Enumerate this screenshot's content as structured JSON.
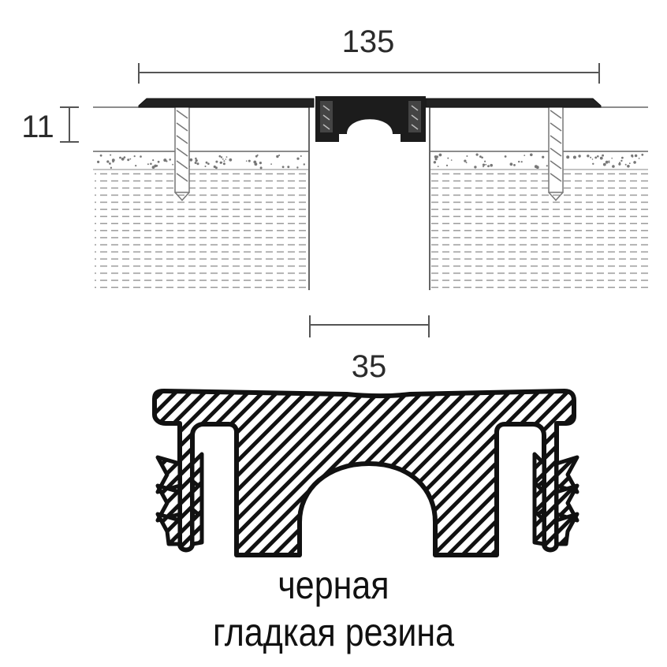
{
  "dimensions": {
    "total_width": "135",
    "profile_height": "11",
    "joint_width": "35"
  },
  "caption": {
    "line1": "черная",
    "line2": "гладкая резина"
  },
  "colors": {
    "line": "#555555",
    "profile": "#1c1c1c",
    "hatch": "#111111",
    "dots": "#777777"
  }
}
